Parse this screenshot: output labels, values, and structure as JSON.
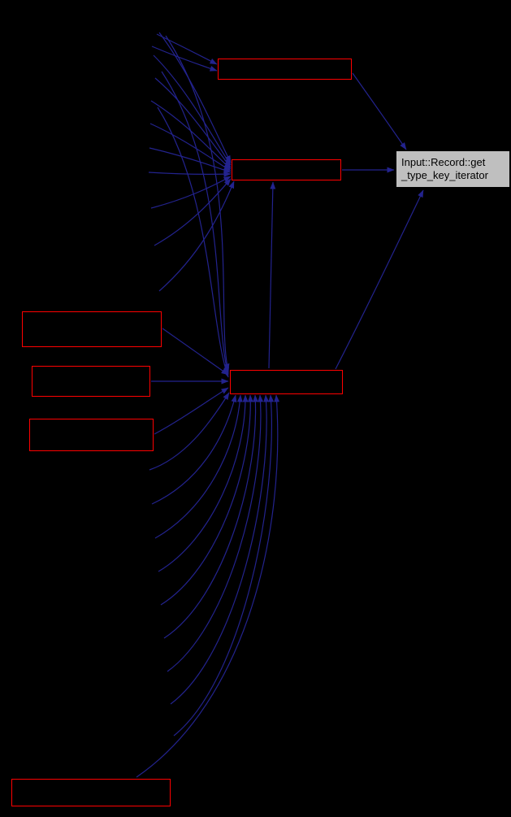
{
  "diagram": {
    "background": "#000000",
    "edge_color": "#23238E",
    "node_border_color": "#FF0000",
    "current_node": {
      "label_line1": "Input::Record::get",
      "label_line2": "_type_key_iterator",
      "fill": "#BFBFBF",
      "text_color": "#000000"
    },
    "caller_node_labels": [
      "",
      "",
      "",
      "",
      "",
      "",
      ""
    ],
    "edges": [
      "M193,42 C218,54 242,66 267,79",
      "M187,57 C213,68 240,78 267,87",
      "M434,90 C456,121 478,152 500,184",
      "M196,40 C237,95 263,158 284,200",
      "M189,68 C231,110 261,168 284,203",
      "M191,96 C233,132 262,178 284,206",
      "M186,124 C231,152 262,188 284,208",
      "M185,152 C229,172 261,196 284,210",
      "M184,182 C227,192 259,203 284,212",
      "M183,212 C216,214 250,215 284,214",
      "M186,256 C228,245 258,231 284,217",
      "M190,302 C236,276 264,243 284,220",
      "M196,358 C247,313 272,262 288,223",
      "M331,453 C333,385 334,295 336,224",
      "M421,209 L485,209",
      "M413,454 C450,382 487,305 521,234",
      "M204,44 C300,190 265,390 281,456",
      "M199,88 C282,215 262,395 281,460",
      "M194,132 C262,240 258,400 281,464",
      "M200,404 C227,423 254,442 281,461",
      "M186,469 L281,469",
      "M190,534 C220,518 251,496 281,477",
      "M184,578 C227,563 257,523 282,483",
      "M187,620 C243,594 276,542 290,486",
      "M191,662 C252,628 291,554 296,486",
      "M195,703 C261,664 303,563 302,486",
      "M198,744 C268,701 312,572 308,486",
      "M202,785 C276,737 320,582 314,486",
      "M206,826 C283,771 328,591 320,486",
      "M210,866 C291,806 336,602 327,486",
      "M214,905 C298,838 343,614 333,486",
      "M168,956 C305,862 352,648 340,486"
    ]
  }
}
